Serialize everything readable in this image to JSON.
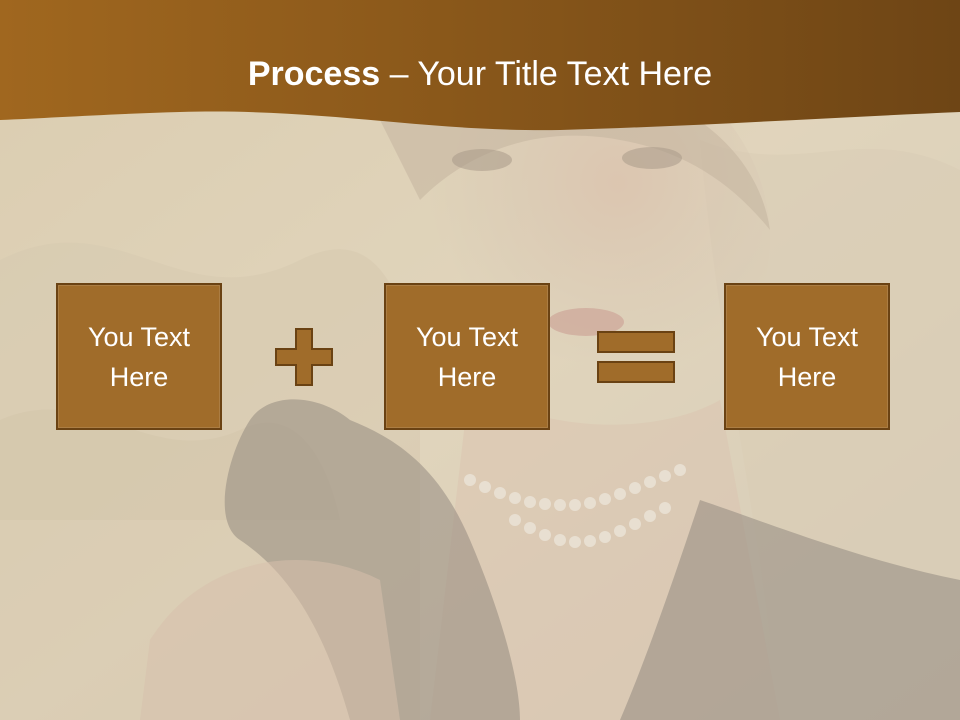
{
  "title": {
    "bold": "Process",
    "separator": " – ",
    "rest": "Your Title Text Here"
  },
  "boxes": [
    {
      "line1": "You Text",
      "line2": "Here"
    },
    {
      "line1": "You Text",
      "line2": "Here"
    },
    {
      "line1": "You Text",
      "line2": "Here"
    }
  ],
  "operators": {
    "first": "plus-icon",
    "second": "equals-icon"
  },
  "colors": {
    "title_band": "#8a5a1c",
    "box_fill": "#a06c2a",
    "box_border": "#6a4213",
    "operator_fill": "#a06c2a"
  }
}
